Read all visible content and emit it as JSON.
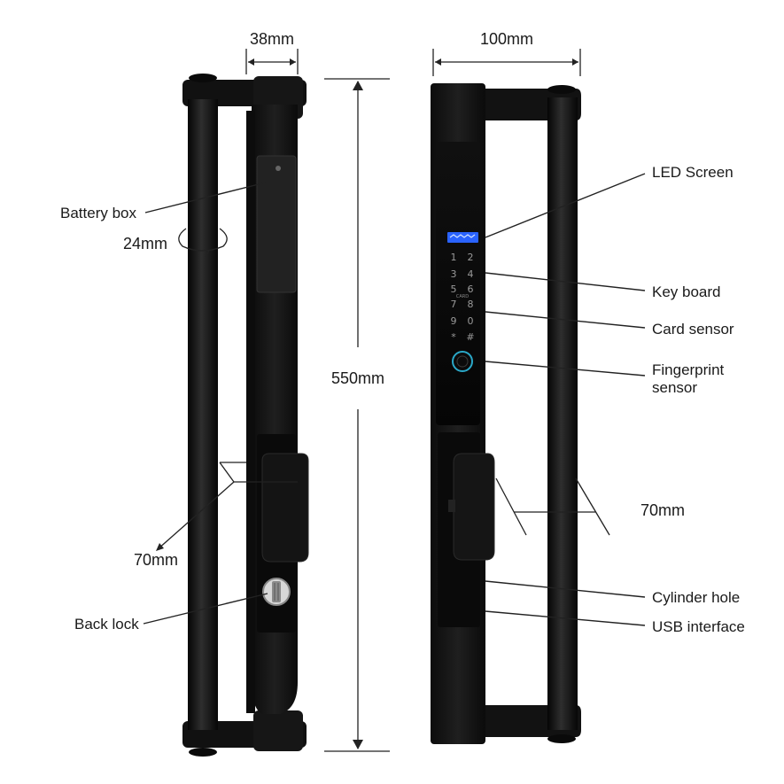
{
  "dimensions": {
    "width_top_left": "38mm",
    "width_top_right": "100mm",
    "height": "550mm",
    "diameter": "24mm",
    "handle_depth_left": "70mm",
    "handle_depth_right": "70mm"
  },
  "labels": {
    "battery_box": "Battery box",
    "back_lock": "Back lock",
    "led_screen": "LED Screen",
    "key_board": "Key board",
    "card_sensor": "Card sensor",
    "fingerprint_line1": "Fingerprint",
    "fingerprint_line2": "sensor",
    "cylinder_hole": "Cylinder hole",
    "usb_interface": "USB interface"
  },
  "keypad": {
    "keys": [
      "1",
      "2",
      "3",
      "4",
      "5",
      "6",
      "7",
      "8",
      "9",
      "0",
      "*",
      "#"
    ],
    "card_mark": "CARD"
  },
  "colors": {
    "body": "#151515",
    "handle": "#0d0d0d",
    "led": "#2a63ff",
    "fingerprint_ring": "#2aa8c8"
  }
}
